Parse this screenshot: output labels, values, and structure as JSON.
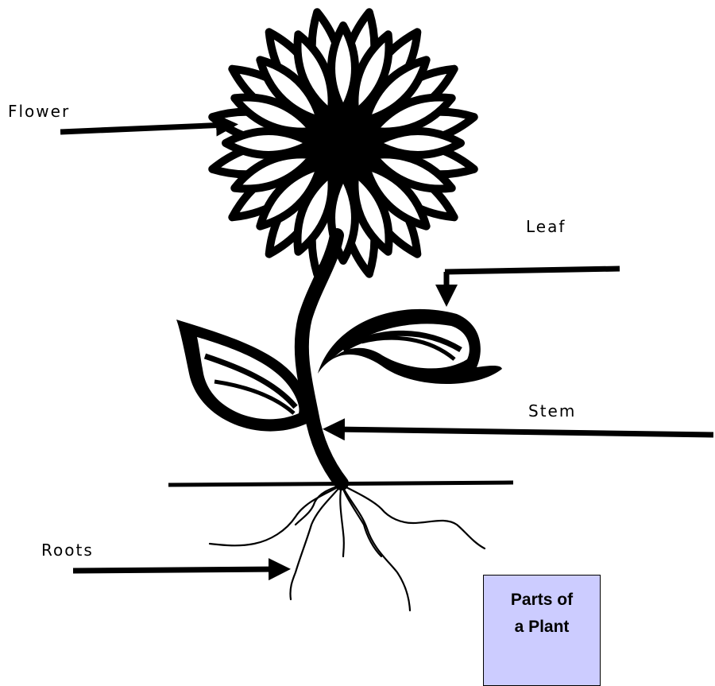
{
  "labels": {
    "flower": "Flower",
    "leaf": "Leaf",
    "stem": "Stem",
    "roots": "Roots"
  },
  "title": {
    "line1": "Parts of",
    "line2": "a Plant"
  },
  "colors": {
    "ink": "#000000",
    "title_box": "#ccccff",
    "background": "#ffffff"
  }
}
